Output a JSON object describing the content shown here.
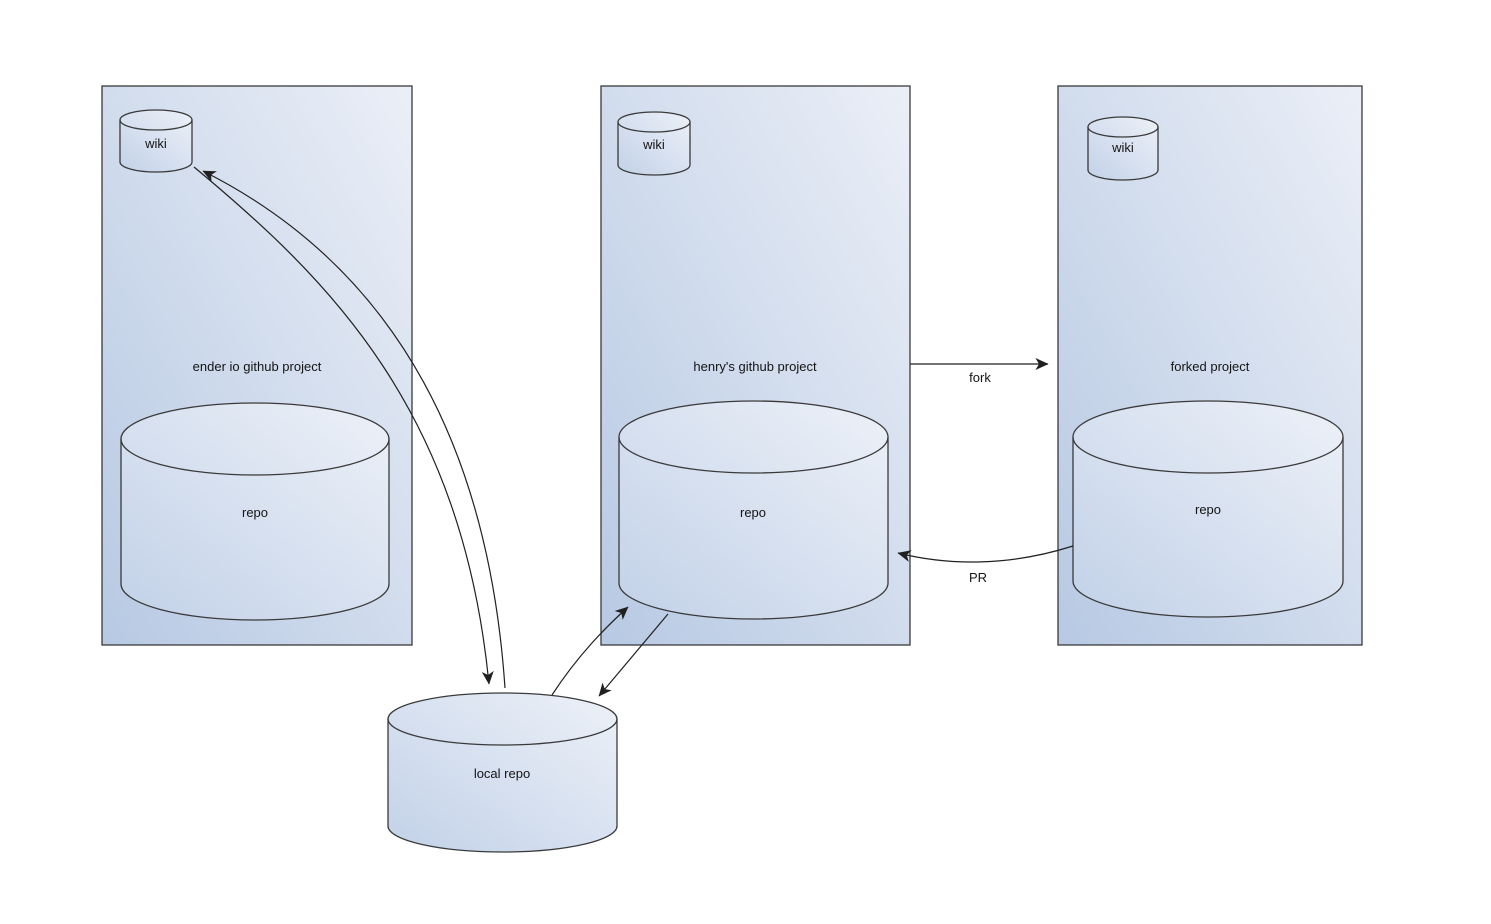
{
  "diagram": {
    "type": "github-fork-workflow-diagram",
    "colors": {
      "background": "#ffffff",
      "panel_gradient_light": "#ebeff7",
      "panel_gradient_dark": "#b7c9e3",
      "cylinder_gradient_light": "#edf1f8",
      "cylinder_gradient_dark": "#c2d1e8",
      "shape_stroke": "#3a3a3a",
      "arrow_stroke": "#202020",
      "text": "#141414"
    },
    "panels": [
      {
        "name": "ender-io-github-project",
        "label": "ender io github project"
      },
      {
        "name": "henrys-github-project",
        "label": "henry's github project"
      },
      {
        "name": "forked-project",
        "label": "forked project"
      }
    ],
    "nodes": [
      {
        "name": "ender-wiki",
        "shape": "cylinder",
        "label": "wiki"
      },
      {
        "name": "henry-wiki",
        "shape": "cylinder",
        "label": "wiki"
      },
      {
        "name": "forked-wiki",
        "shape": "cylinder",
        "label": "wiki"
      },
      {
        "name": "ender-repo",
        "shape": "cylinder",
        "label": "repo"
      },
      {
        "name": "henry-repo",
        "shape": "cylinder",
        "label": "repo"
      },
      {
        "name": "forked-repo",
        "shape": "cylinder",
        "label": "repo"
      },
      {
        "name": "local-repo",
        "shape": "cylinder",
        "label": "local repo"
      }
    ],
    "edges": [
      {
        "name": "fork-edge",
        "label": "fork",
        "from": "henrys-github-project",
        "to": "forked-project"
      },
      {
        "name": "pr-edge",
        "label": "PR",
        "from": "forked-repo",
        "to": "henry-repo"
      },
      {
        "name": "ender-wiki-to-local-repo",
        "label": "",
        "from": "ender-wiki",
        "to": "local-repo"
      },
      {
        "name": "local-repo-to-ender-wiki",
        "label": "",
        "from": "local-repo",
        "to": "ender-wiki"
      },
      {
        "name": "local-repo-to-henry-repo",
        "label": "",
        "from": "local-repo",
        "to": "henry-repo"
      },
      {
        "name": "henry-repo-to-local-repo",
        "label": "",
        "from": "henry-repo",
        "to": "local-repo"
      }
    ]
  }
}
